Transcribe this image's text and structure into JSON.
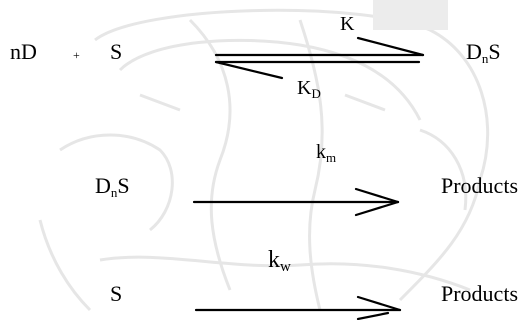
{
  "watermark": {
    "color": "#e6e6e6",
    "seal": "elephant-seal-watermark"
  },
  "equilibrium": {
    "reactant_d": "nD",
    "plus": "+",
    "reactant_s": "S",
    "forward_constant": "K",
    "reverse_constant_main": "K",
    "reverse_constant_sub": "D",
    "product_main": "D",
    "product_sub": "n",
    "product_tail": "S"
  },
  "micellar_reaction": {
    "reactant_main": "D",
    "reactant_sub": "n",
    "reactant_tail": "S",
    "rate_constant_main": "k",
    "rate_constant_sub": "m",
    "product": "Products"
  },
  "water_reaction": {
    "reactant": "S",
    "rate_constant_main": "k",
    "rate_constant_sub": "w",
    "product": "Products"
  }
}
